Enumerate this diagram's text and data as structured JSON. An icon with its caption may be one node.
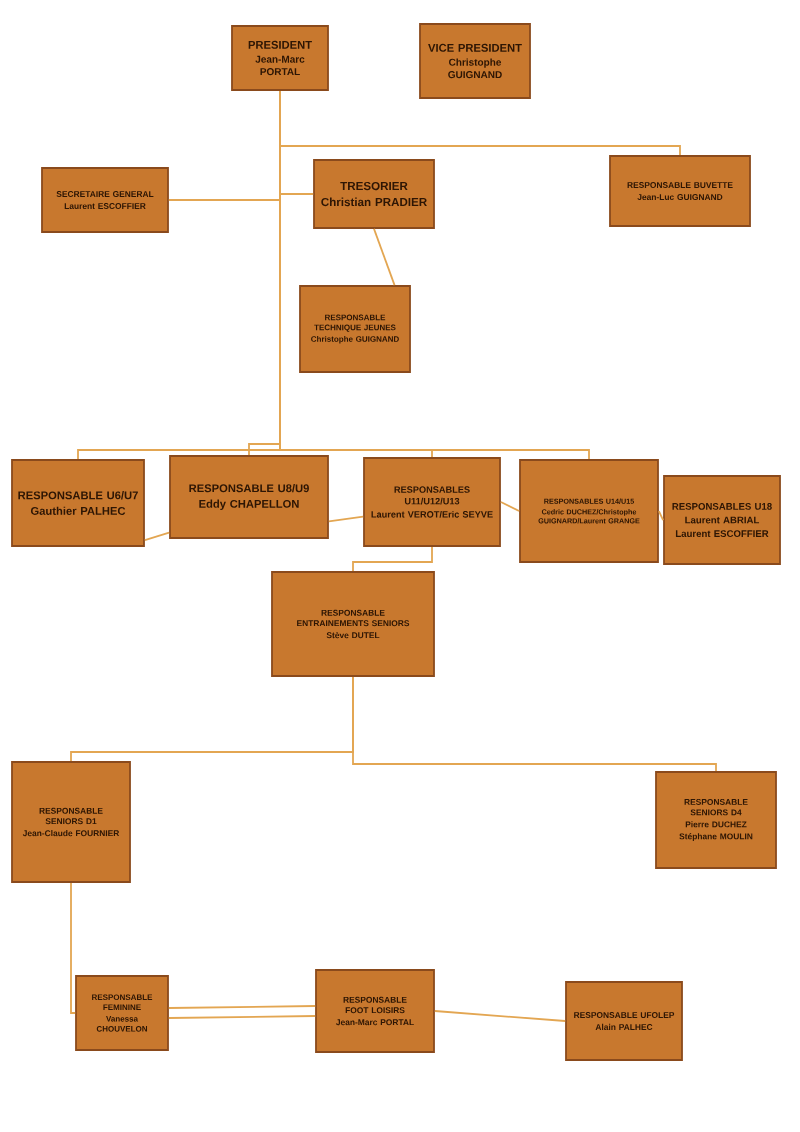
{
  "diagram": {
    "nodes": [
      {
        "text": [
          "PRESIDENT",
          "Jean-Marc PORTAL"
        ]
      },
      {
        "text": [
          "VICE PRESIDENT",
          "Christophe GUIGNAND"
        ]
      },
      {
        "text": [
          "SECRETAIRE GENERAL",
          "Laurent ESCOFFIER"
        ]
      },
      {
        "text": [
          "TRESORIER",
          "Christian PRADIER"
        ]
      },
      {
        "text": [
          "RESPONSABLE BUVETTE",
          "Jean-Luc GUIGNAND"
        ]
      },
      {
        "text": [
          "RESPONSABLE TECHNIQUE JEUNES",
          "Christophe GUIGNAND"
        ]
      },
      {
        "text": [
          "RESPONSABLE U6/U7",
          "Gauthier PALHEC"
        ]
      },
      {
        "text": [
          "RESPONSABLE U8/U9",
          "Eddy CHAPELLON"
        ]
      },
      {
        "text": [
          "RESPONSABLES U11/U12/U13",
          "Laurent VEROT/Eric SEYVE"
        ]
      },
      {
        "text": [
          "RESPONSABLES U14/U15",
          "Cedric DUCHEZ/Christophe GUIGNARD/Laurent GRANGE"
        ]
      },
      {
        "text": [
          "RESPONSABLES U18",
          "Laurent ABRIAL",
          "Laurent ESCOFFIER"
        ]
      },
      {
        "text": [
          "RESPONSABLE ENTRAINEMENTS SENIORS",
          "Stève DUTEL"
        ]
      },
      {
        "text": [
          "RESPONSABLE SENIORS D1",
          "Jean-Claude FOURNIER"
        ]
      },
      {
        "text": [
          "RESPONSABLE SENIORS D4",
          "Pierre DUCHEZ",
          "Stéphane MOULIN"
        ]
      },
      {
        "text": [
          "RESPONSABLE FEMININE",
          "Vanessa CHOUVELON"
        ]
      },
      {
        "text": [
          "RESPONSABLE FOOT LOISIRS",
          "Jean-Marc PORTAL"
        ]
      },
      {
        "text": [
          "RESPONSABLE UFOLEP",
          "Alain PALHEC"
        ]
      }
    ],
    "edges": [
      {
        "from": 0,
        "to": 2,
        "arrow": "none"
      },
      {
        "from": 0,
        "to": 3,
        "arrow": "none"
      },
      {
        "from": 0,
        "to": 4,
        "arrow": "none"
      },
      {
        "from": 3,
        "to": 5,
        "arrow": "none"
      },
      {
        "from": 0,
        "to": 6,
        "arrow": "none"
      },
      {
        "from": 0,
        "to": 7,
        "arrow": "none"
      },
      {
        "from": 0,
        "to": 8,
        "arrow": "none"
      },
      {
        "from": 0,
        "to": 9,
        "arrow": "none"
      },
      {
        "from": 7,
        "to": 6,
        "arrow": "none"
      },
      {
        "from": 8,
        "to": 7,
        "arrow": "none"
      },
      {
        "from": 9,
        "to": 8,
        "arrow": "none"
      },
      {
        "from": 10,
        "to": 9,
        "arrow": "none"
      },
      {
        "from": 8,
        "to": 11,
        "arrow": "none"
      },
      {
        "from": 11,
        "to": 12,
        "arrow": "none"
      },
      {
        "from": 11,
        "to": 13,
        "arrow": "none"
      },
      {
        "from": 12,
        "to": 14,
        "arrow": "none"
      },
      {
        "from": 14,
        "to": 15,
        "arrow": "none"
      },
      {
        "from": 14,
        "to": 15,
        "arrow": "none"
      },
      {
        "from": 15,
        "to": 16,
        "arrow": "none"
      }
    ]
  }
}
